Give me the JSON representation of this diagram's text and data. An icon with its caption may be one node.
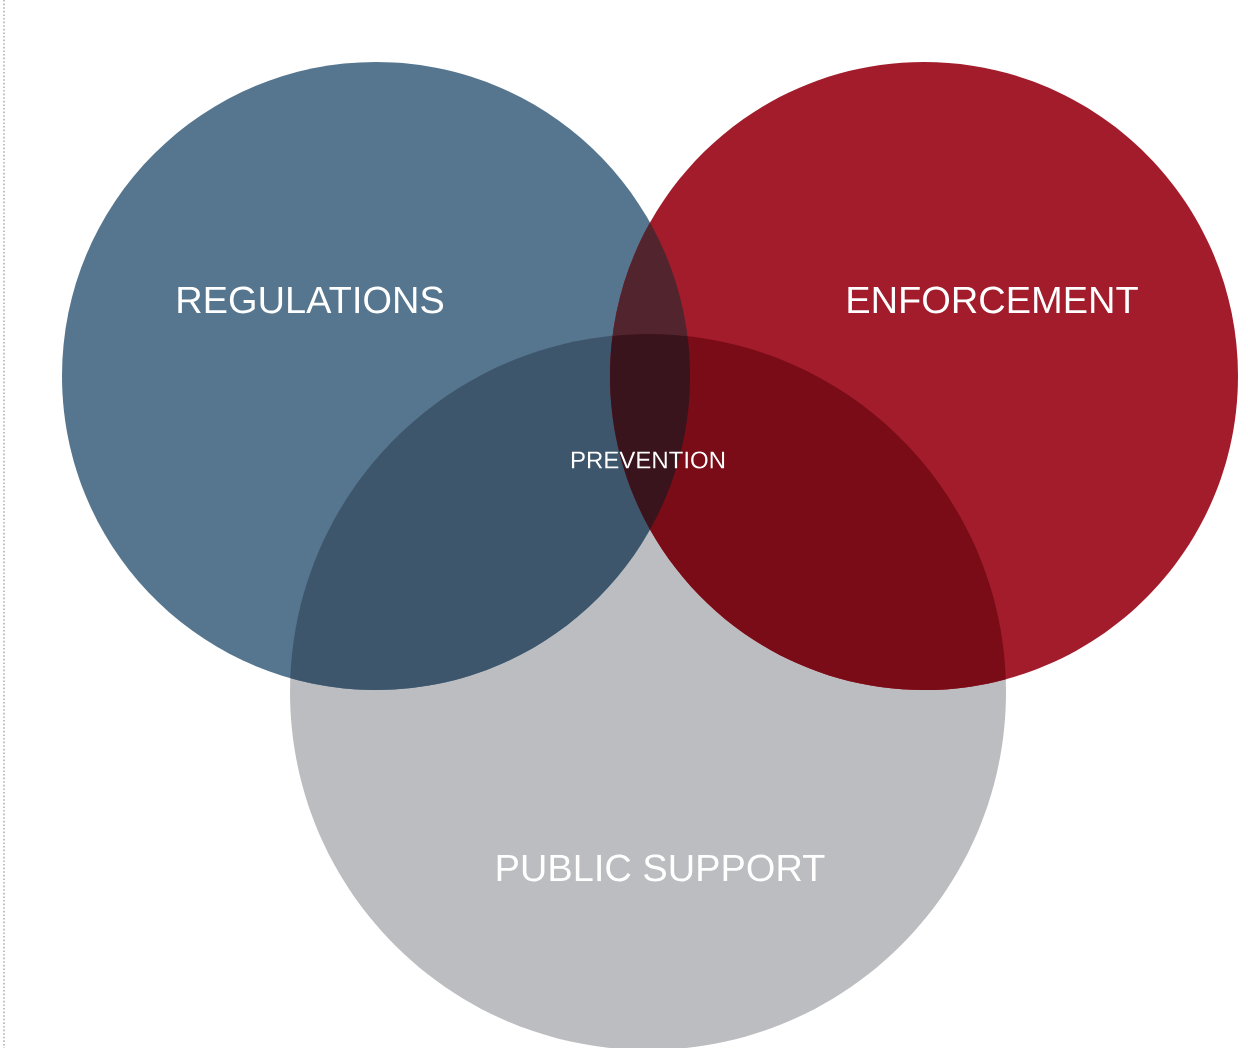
{
  "diagram": {
    "nodes": [
      {
        "text": [
          "REGULATIONS"
        ]
      },
      {
        "text": [
          "ENFORCEMENT"
        ]
      },
      {
        "text": [
          "PUBLIC SUPPORT"
        ]
      }
    ],
    "labels": [
      "PREVENTION"
    ]
  }
}
